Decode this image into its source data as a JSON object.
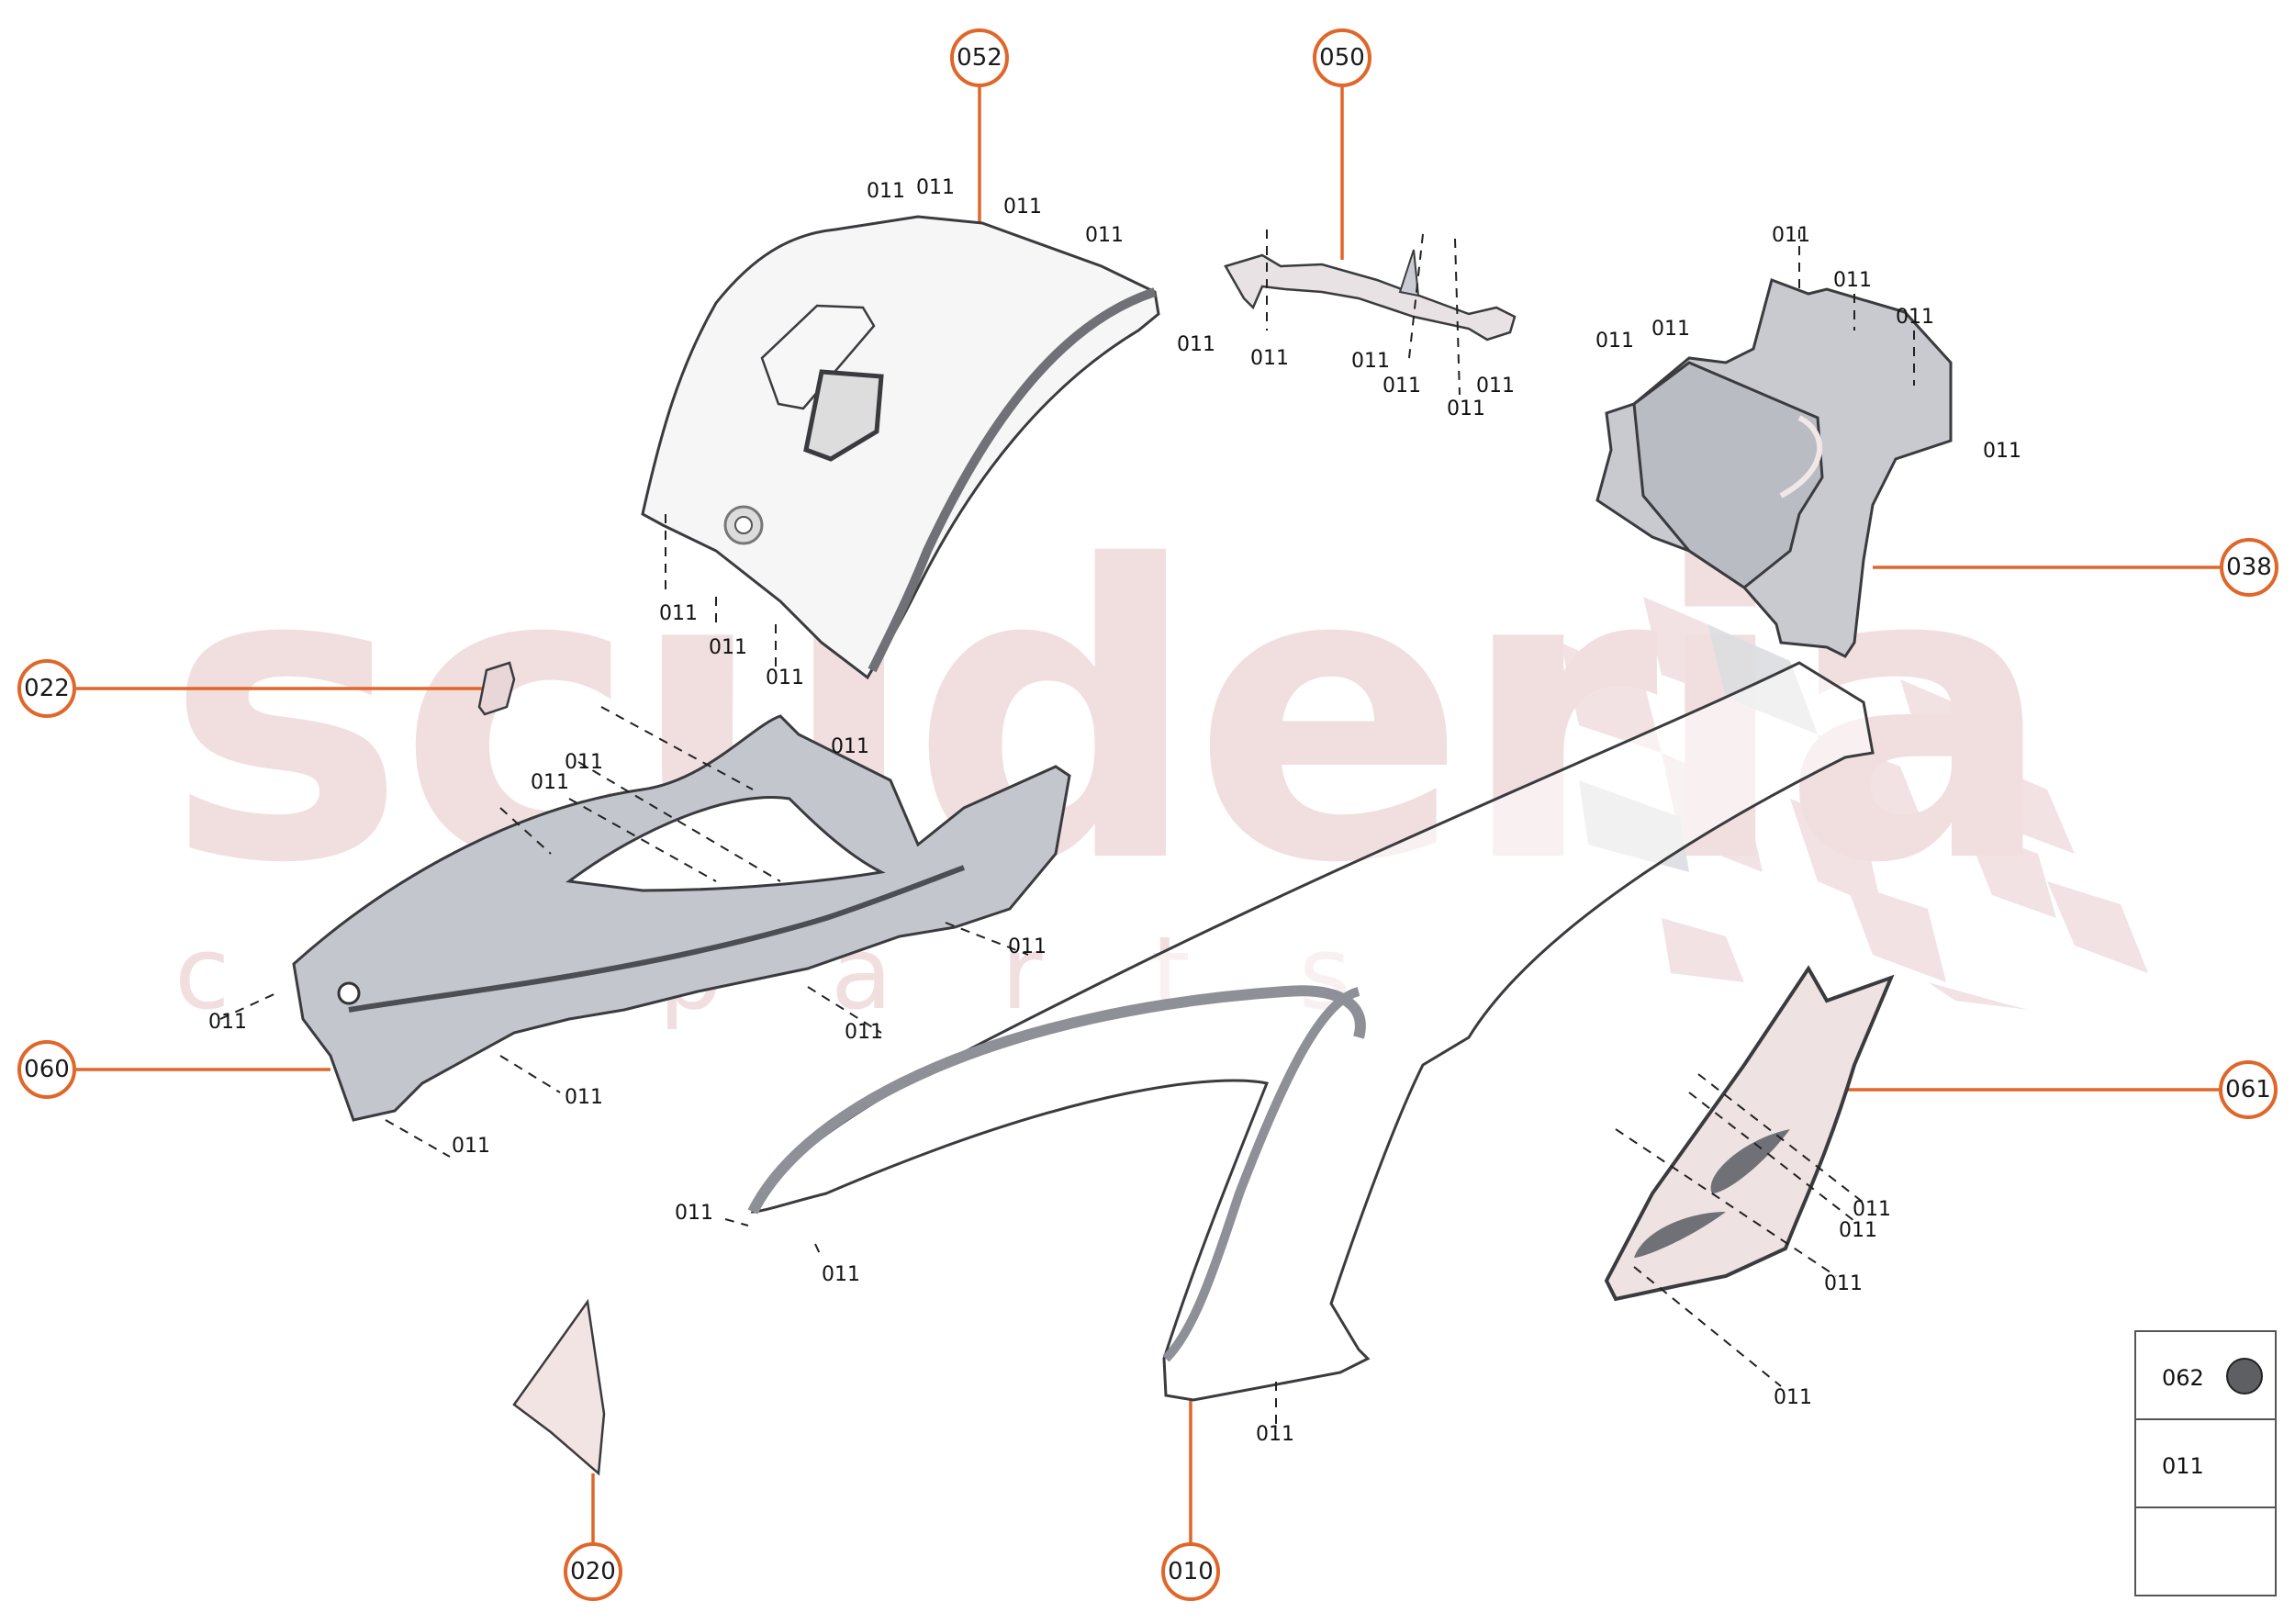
{
  "watermark": {
    "brand": "scuderia",
    "sub": "carparts",
    "color": "#f1dfe0"
  },
  "colors": {
    "callout_ring": "#e0662a",
    "leader_line": "#e0662a",
    "part_outline": "#3a3b3e",
    "part_fill_grey": "#c9ccd2",
    "part_fill_pink": "#f3e4e4",
    "legend_arrow": "#e0620f"
  },
  "callouts": [
    {
      "id": "052",
      "label": "052"
    },
    {
      "id": "050",
      "label": "050"
    },
    {
      "id": "038",
      "label": "038"
    },
    {
      "id": "022",
      "label": "022"
    },
    {
      "id": "060",
      "label": "060"
    },
    {
      "id": "061",
      "label": "061"
    },
    {
      "id": "020",
      "label": "020"
    },
    {
      "id": "010",
      "label": "010"
    }
  ],
  "fastener_labels": {
    "code": "011",
    "count": 40
  },
  "legend": {
    "rows": [
      {
        "code": "062",
        "icon": "grey-dot-icon"
      },
      {
        "code": "011",
        "icon": "screw-icon"
      },
      {
        "code": "",
        "icon": "orientation-arrow-icon"
      }
    ]
  }
}
